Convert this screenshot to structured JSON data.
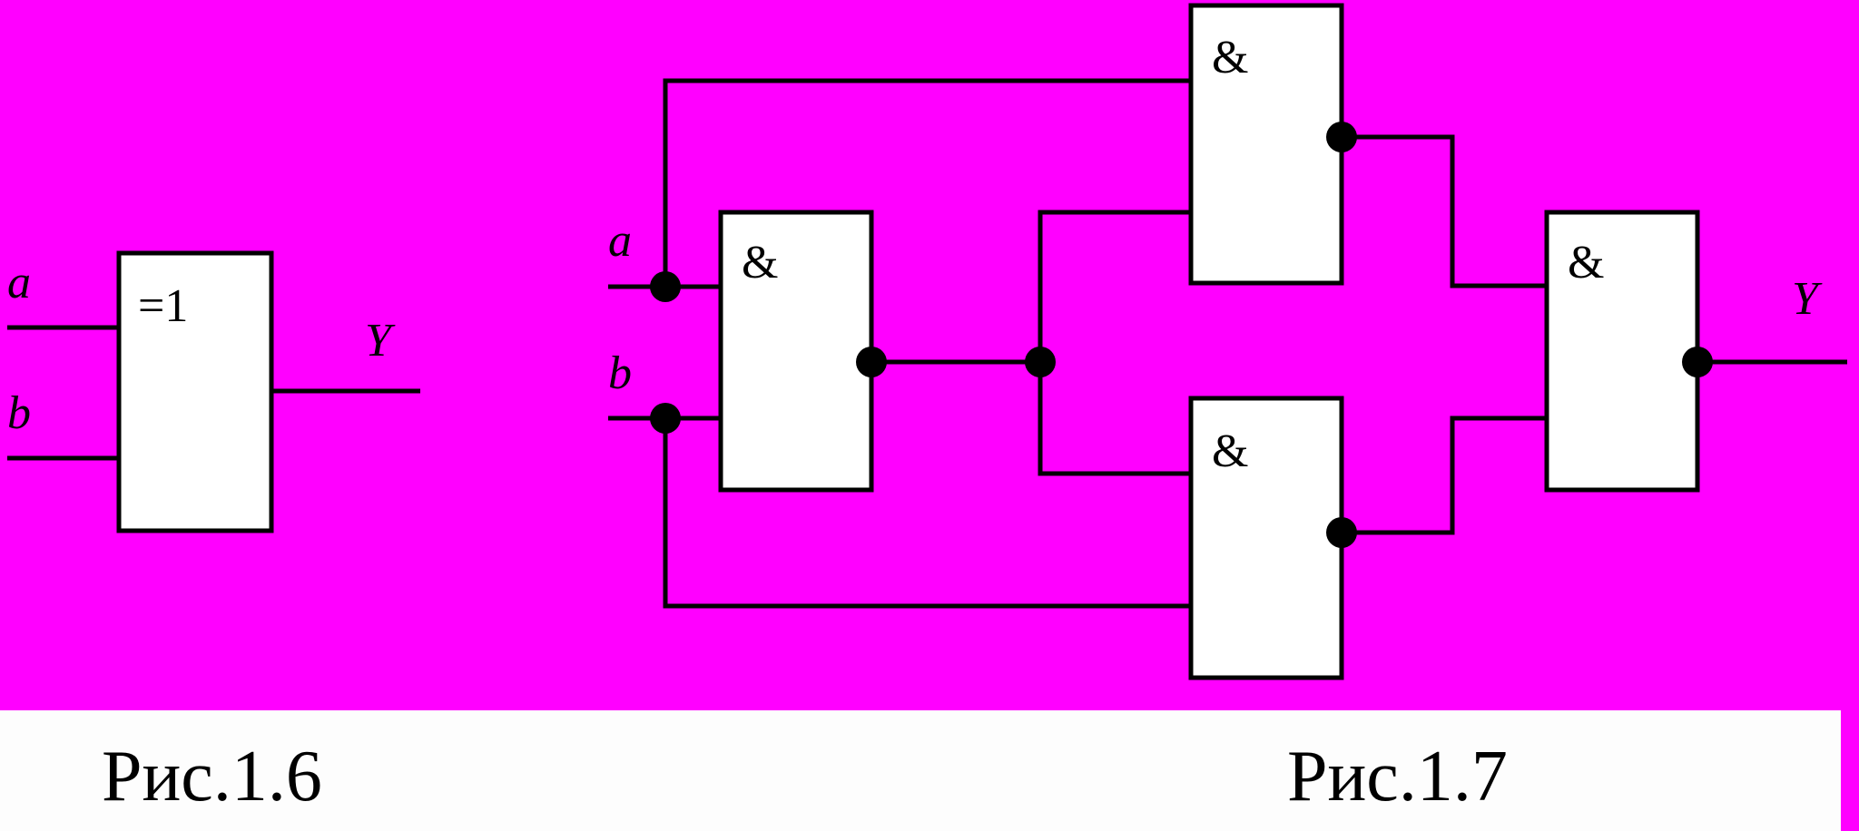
{
  "colors": {
    "background": "#ff00ff",
    "caption_background": "#fdfdfd",
    "ink": "#000000",
    "gate_fill": "#ffffff"
  },
  "fig_1_6": {
    "caption": "Рис.1.6",
    "input_a": "a",
    "input_b": "b",
    "output": "Y",
    "gate_symbol": "=1"
  },
  "fig_1_7": {
    "caption": "Рис.1.7",
    "input_a": "a",
    "input_b": "b",
    "output": "Y",
    "gate_symbol": "&"
  }
}
